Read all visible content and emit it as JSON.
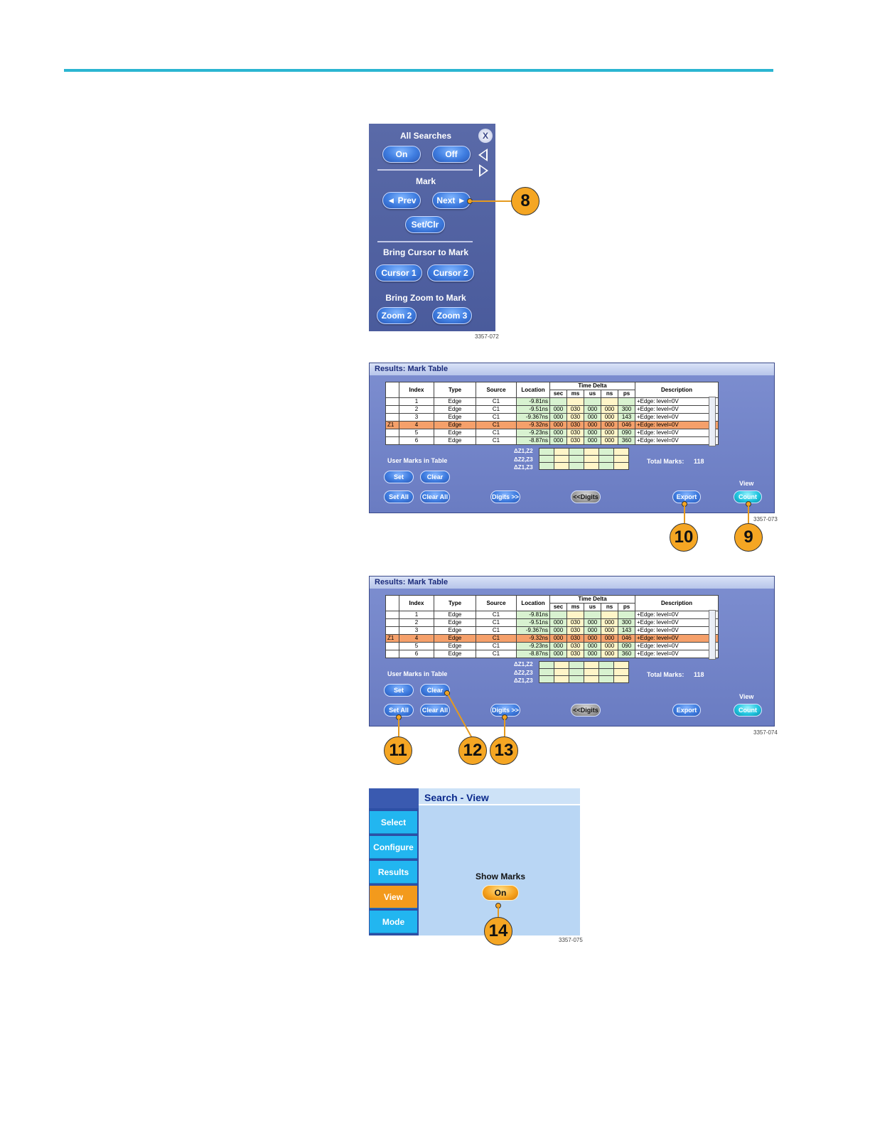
{
  "panel1": {
    "title": "All Searches",
    "on": "On",
    "off": "Off",
    "close": "X",
    "mark": "Mark",
    "prev": "◄ Prev",
    "next": "Next ►",
    "setclr": "Set/Clr",
    "bring_cursor": "Bring Cursor to Mark",
    "cursor1": "Cursor 1",
    "cursor2": "Cursor 2",
    "bring_zoom": "Bring Zoom to Mark",
    "zoom2": "Zoom 2",
    "zoom3": "Zoom 3",
    "fig": "3357-072"
  },
  "callouts": {
    "c8": "8",
    "c9": "9",
    "c10": "10",
    "c11": "11",
    "c12": "12",
    "c13": "13",
    "c14": "14"
  },
  "marktable": {
    "title": "Results: Mark Table",
    "headers": {
      "index": "Index",
      "type": "Type",
      "source": "Source",
      "location": "Location",
      "time_delta": "Time Delta",
      "description": "Description",
      "sec": "sec",
      "ms": "ms",
      "us": "us",
      "ns": "ns",
      "ps": "ps"
    },
    "rows": [
      {
        "z": "",
        "index": "1",
        "type": "Edge",
        "source": "C1",
        "location": "-9.81ns",
        "d1": "",
        "d2": "",
        "d3": "",
        "d4": "",
        "d5": "",
        "desc": "+Edge: level=0V"
      },
      {
        "z": "",
        "index": "2",
        "type": "Edge",
        "source": "C1",
        "location": "-9.51ns",
        "d1": "000",
        "d2": "030",
        "d3": "000",
        "d4": "000",
        "d5": "300",
        "desc": "+Edge: level=0V"
      },
      {
        "z": "",
        "index": "3",
        "type": "Edge",
        "source": "C1",
        "location": "-9.367ns",
        "d1": "000",
        "d2": "030",
        "d3": "000",
        "d4": "000",
        "d5": "143",
        "desc": "+Edge: level=0V"
      },
      {
        "z": "Z1",
        "index": "4",
        "type": "Edge",
        "source": "C1",
        "location": "-9.32ns",
        "d1": "000",
        "d2": "030",
        "d3": "000",
        "d4": "000",
        "d5": "046",
        "desc": "+Edge: level=0V"
      },
      {
        "z": "",
        "index": "5",
        "type": "Edge",
        "source": "C1",
        "location": "-9.23ns",
        "d1": "000",
        "d2": "030",
        "d3": "000",
        "d4": "000",
        "d5": "090",
        "desc": "+Edge: level=0V"
      },
      {
        "z": "",
        "index": "6",
        "type": "Edge",
        "source": "C1",
        "location": "-8.87ns",
        "d1": "000",
        "d2": "030",
        "d3": "000",
        "d4": "000",
        "d5": "360",
        "desc": "+Edge: level=0V"
      }
    ],
    "dz12": "ΔZ1,Z2",
    "dz23": "ΔZ2,Z3",
    "dz13": "ΔZ1,Z3",
    "user_marks": "User Marks in Table",
    "total_marks_label": "Total Marks:",
    "total_marks": "118",
    "set": "Set",
    "clear": "Clear",
    "set_all": "Set All",
    "clear_all": "Clear All",
    "digits_more": "Digits >>",
    "digits_less": "<<Digits",
    "export": "Export",
    "view_label": "View",
    "count": "Count",
    "fig_a": "3357-073",
    "fig_b": "3357-074"
  },
  "searchview": {
    "title": "Search - View",
    "tabs": [
      "Select",
      "Configure",
      "Results",
      "View",
      "Mode"
    ],
    "active_tab": "View",
    "show_marks": "Show Marks",
    "on": "On",
    "fig": "3357-075"
  },
  "colors": {
    "rule": "#2bb5d1",
    "panel": "#5a6aa8",
    "callout": "#f5a623",
    "highlight_row": "#f5a06a"
  }
}
